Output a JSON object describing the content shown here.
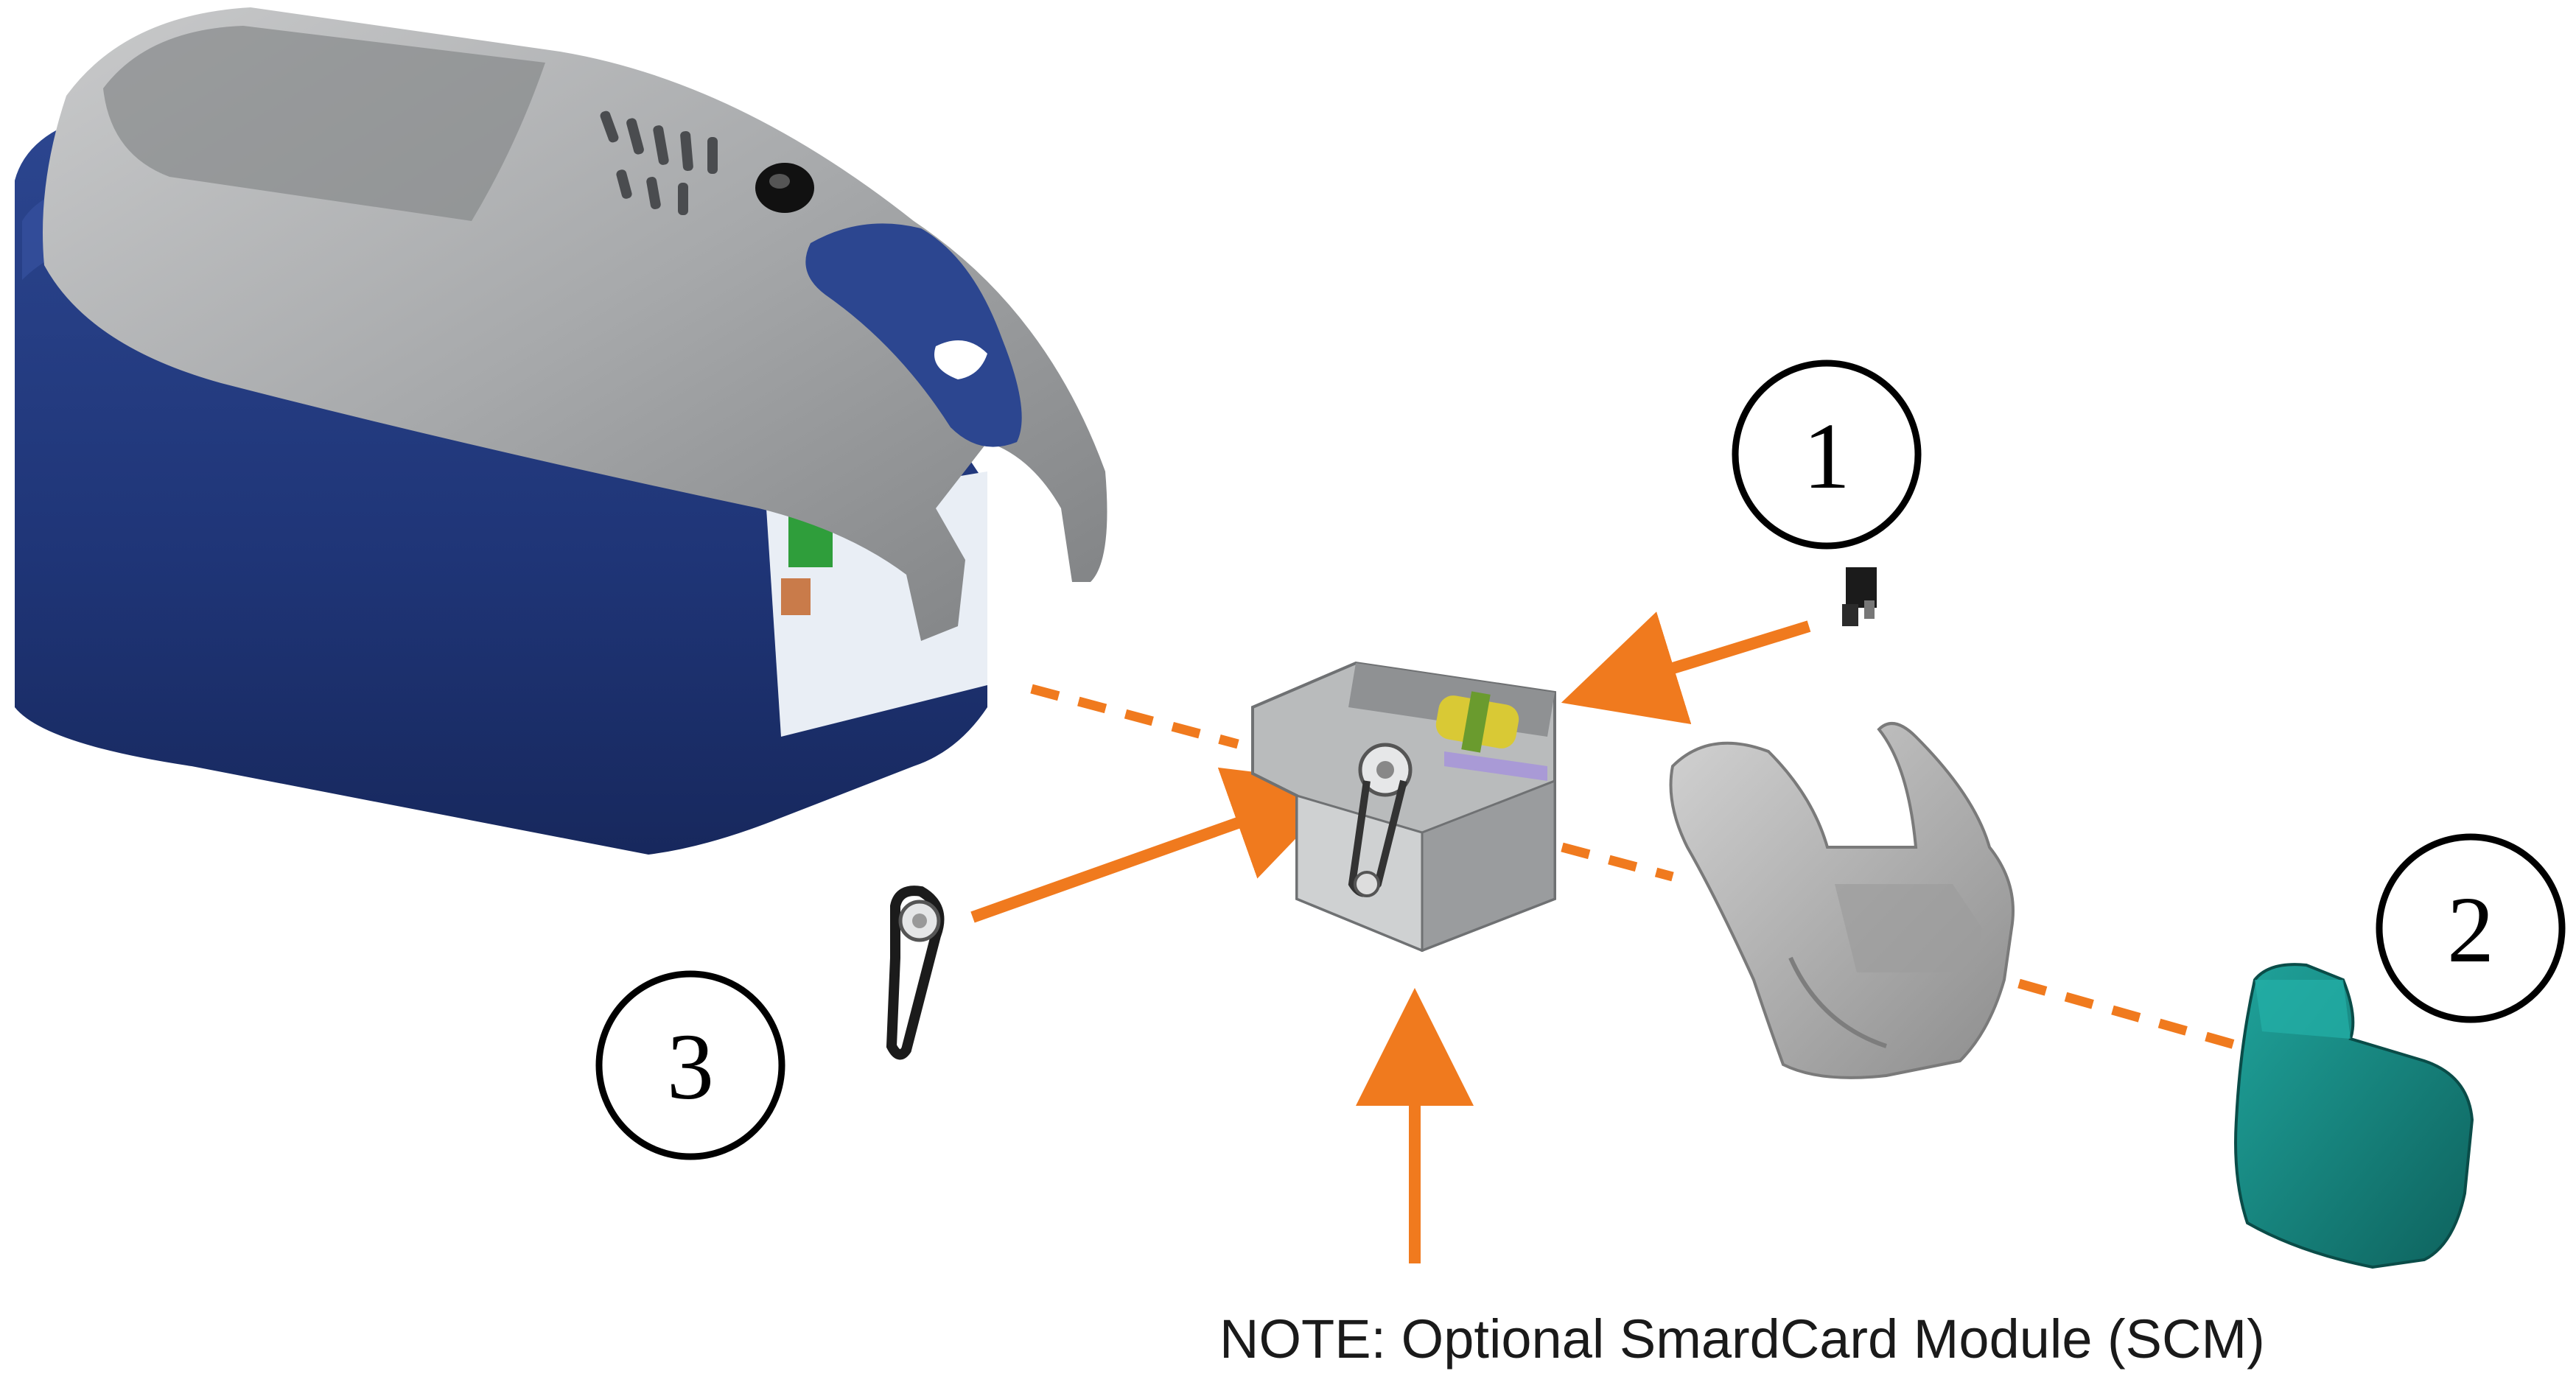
{
  "diagram": {
    "note": "NOTE: Optional SmardCard Module (SCM)",
    "callouts": [
      {
        "id": "1",
        "label": "1"
      },
      {
        "id": "2",
        "label": "2"
      },
      {
        "id": "3",
        "label": "3"
      }
    ],
    "colors": {
      "arrow": "#F07A1E",
      "printer_body": "#1F3577",
      "printer_cover": "#9EA0A2",
      "module_metal": "#B8BABB",
      "side_cover": "#ADADAD",
      "smartcard_cover": "#137C76"
    },
    "parts": [
      "printer",
      "smartcard-module",
      "connector",
      "side-cover",
      "smartcard-cover",
      "belt"
    ]
  }
}
